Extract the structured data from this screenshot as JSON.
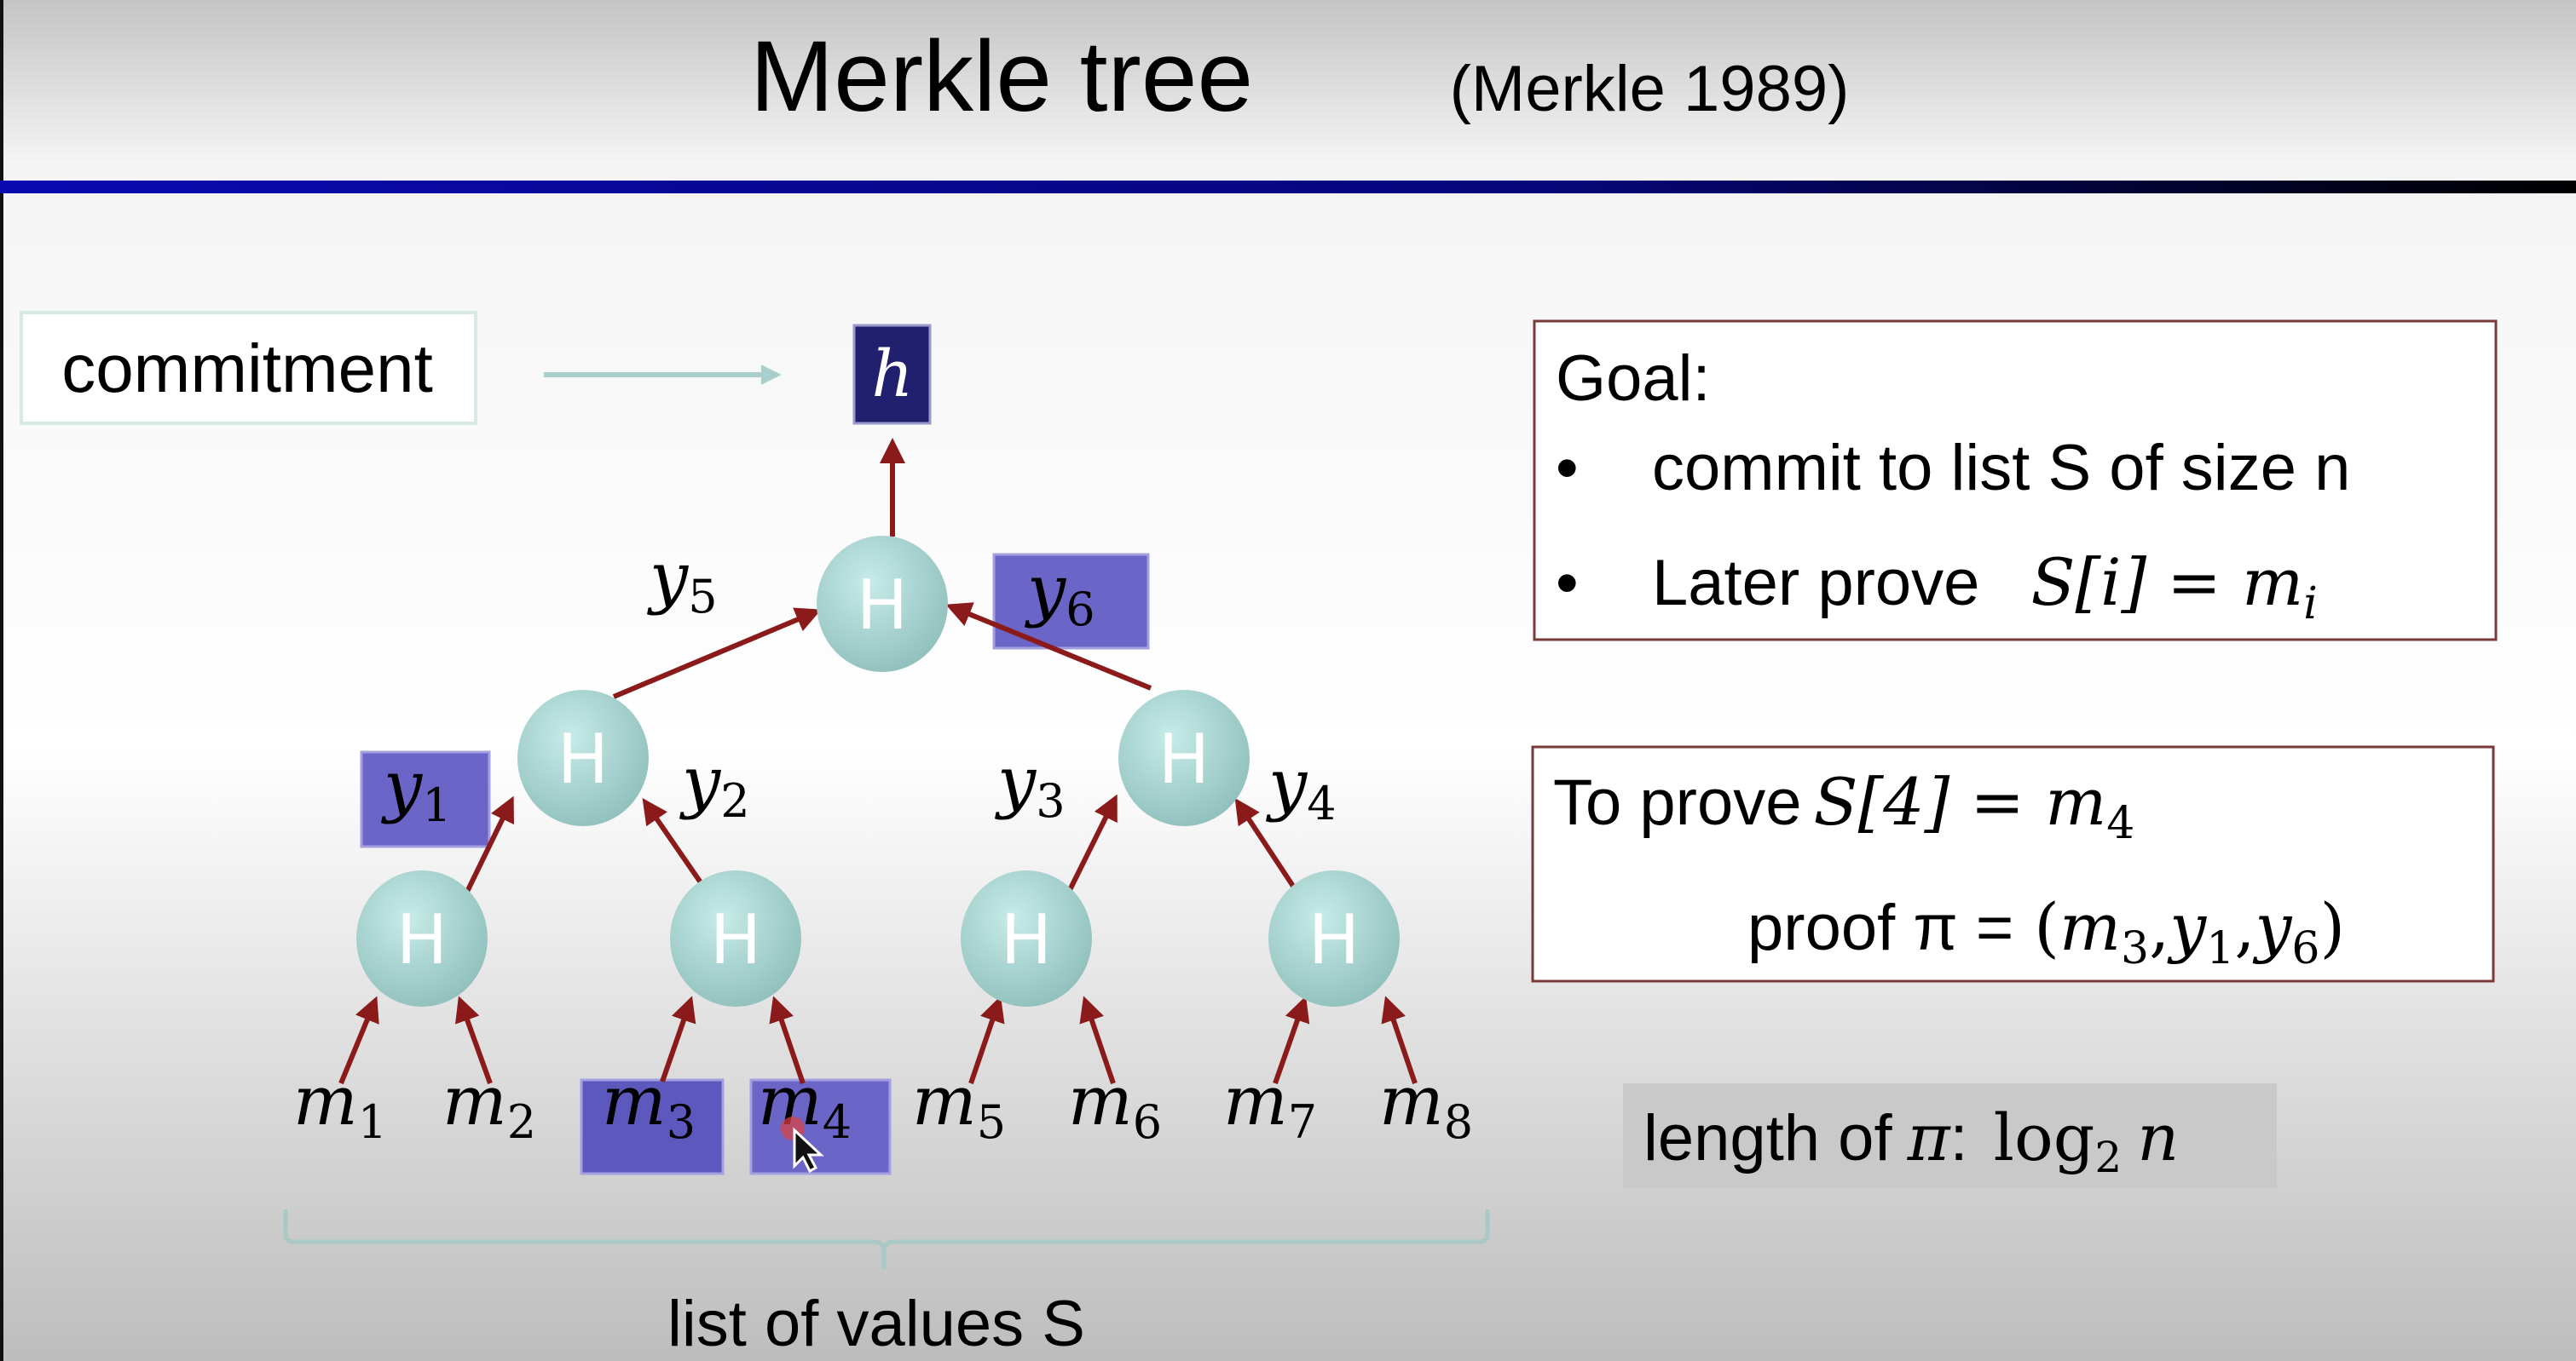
{
  "title": "Merkle tree",
  "subtitle": "(Merkle 1989)",
  "commitment_label": "commitment",
  "root_label": "h",
  "node_label": "H",
  "leaves": [
    {
      "var": "m",
      "sub": "1"
    },
    {
      "var": "m",
      "sub": "2"
    },
    {
      "var": "m",
      "sub": "3"
    },
    {
      "var": "m",
      "sub": "4"
    },
    {
      "var": "m",
      "sub": "5"
    },
    {
      "var": "m",
      "sub": "6"
    },
    {
      "var": "m",
      "sub": "7"
    },
    {
      "var": "m",
      "sub": "8"
    }
  ],
  "hashes": [
    {
      "var": "y",
      "sub": "1"
    },
    {
      "var": "y",
      "sub": "2"
    },
    {
      "var": "y",
      "sub": "3"
    },
    {
      "var": "y",
      "sub": "4"
    },
    {
      "var": "y",
      "sub": "5"
    },
    {
      "var": "y",
      "sub": "6"
    }
  ],
  "brace_label": "list of values  S",
  "goal": {
    "heading": "Goal:",
    "bullet": "•",
    "line1": "commit to list S of size n",
    "line2_text": "Later prove",
    "line2_math": "S[i] = m",
    "line2_sub": "i"
  },
  "proof": {
    "line1_text": "To prove",
    "line1_math": "S[4] =  m",
    "line1_sub": "4",
    "line2_text": "proof π =",
    "open": "(",
    "m": "m",
    "m_sub": "3",
    "y1": "y",
    "y1_sub": "1",
    "y6": "y",
    "y6_sub": "6",
    "comma": ",",
    "close": ")"
  },
  "length": {
    "text": "length of",
    "pi": "π",
    "colon": ":",
    "log": "log",
    "log_sub": "2",
    "n": "n"
  },
  "colors": {
    "title_bar_start": "#0a0ab0",
    "title_bar_end": "#000000",
    "highlight": "#6a65c6",
    "root_box": "#20206e",
    "arrow": "#8b1a1a",
    "node": "#a9d6d3",
    "length_bg": "#c9c9c9"
  }
}
